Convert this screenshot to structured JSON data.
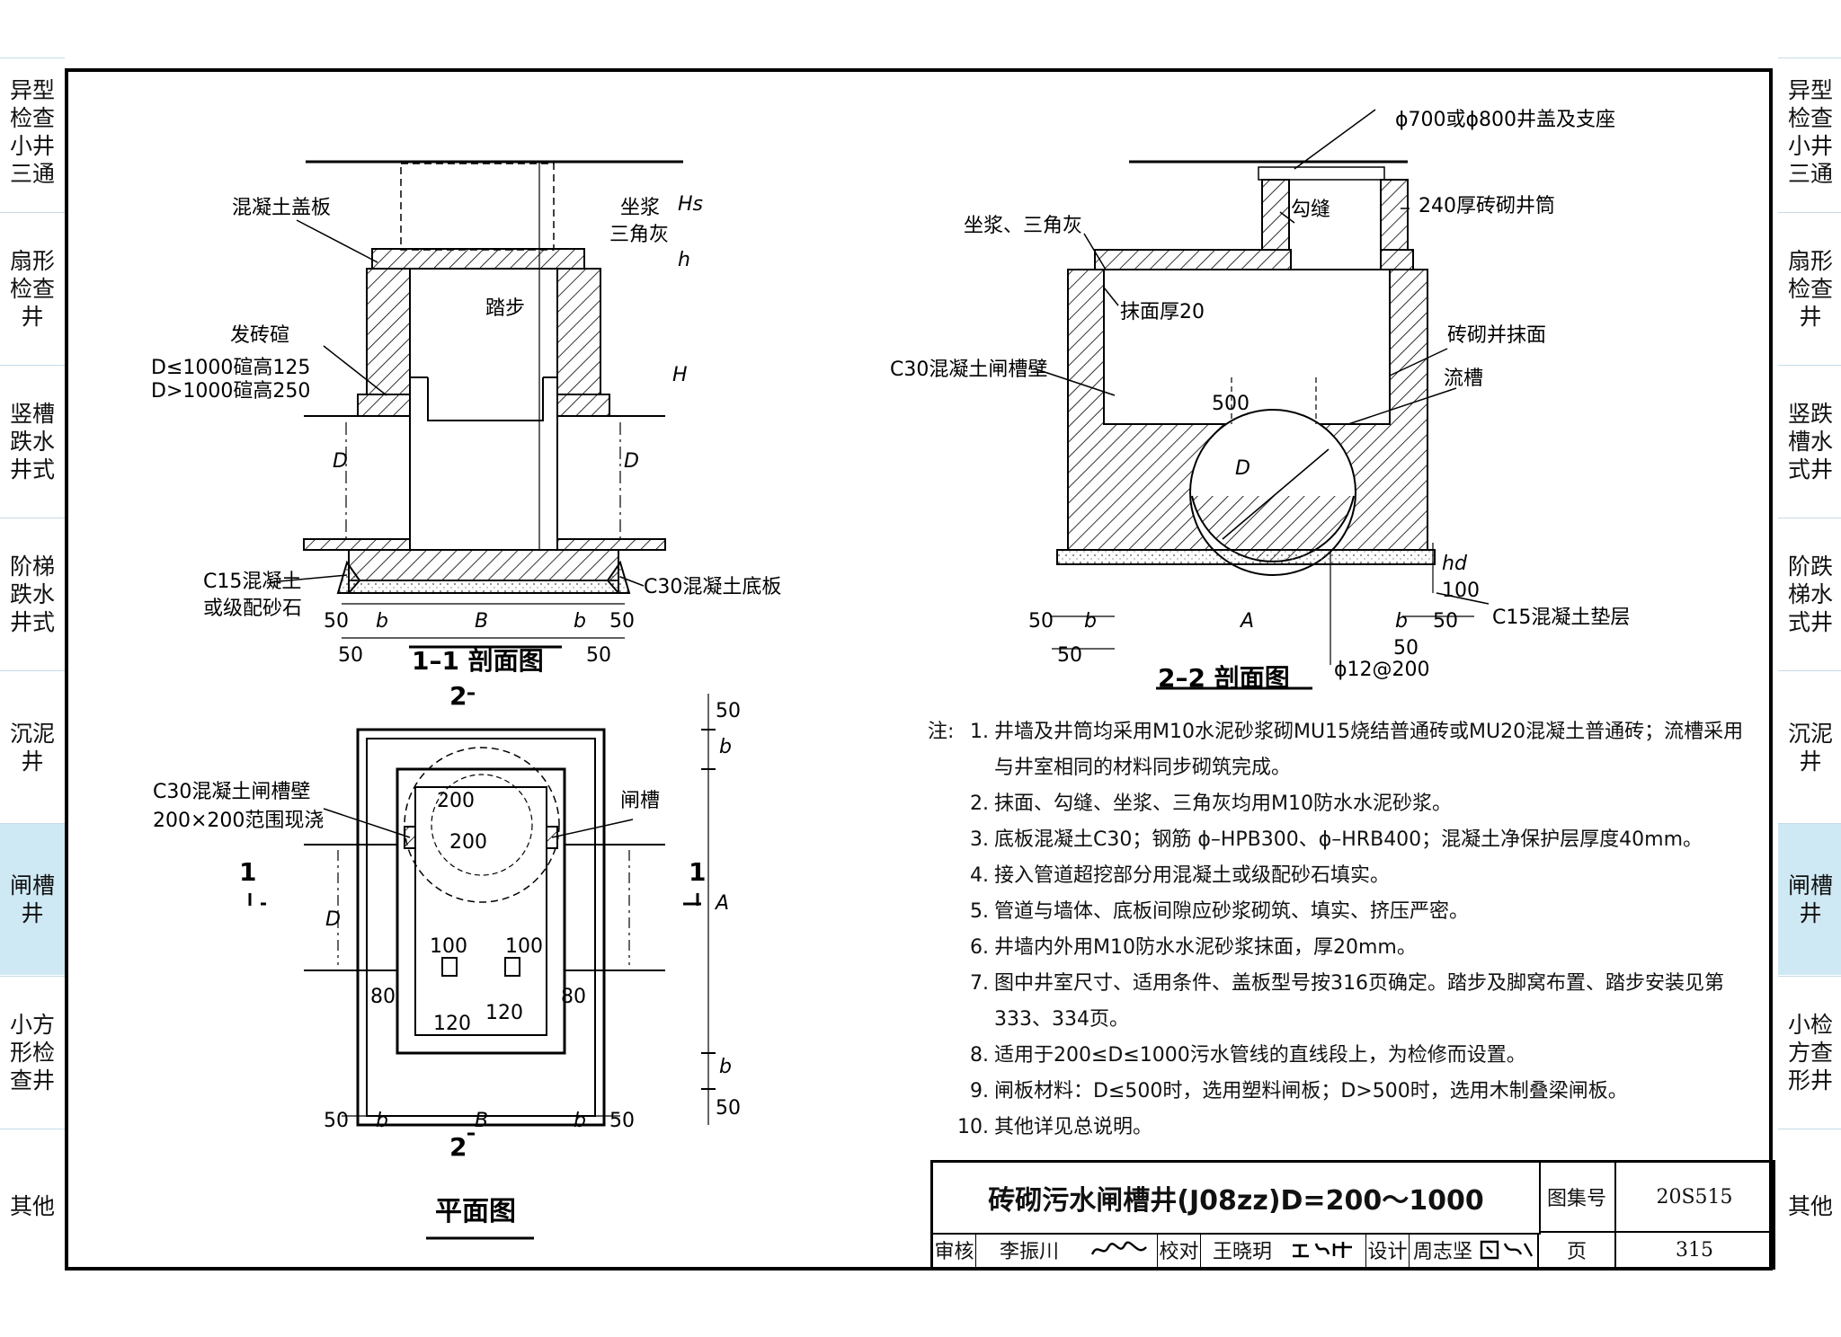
{
  "left_tabs": [
    {
      "label": "异型检查小井三通"
    },
    {
      "label": "扇形检查井"
    },
    {
      "label": "竖槽跌水井式"
    },
    {
      "label": "阶梯跌水井式"
    },
    {
      "label": "沉泥井"
    },
    {
      "label": "闸槽井",
      "active": true
    },
    {
      "label": "小方形检查井"
    },
    {
      "label": "其他"
    }
  ],
  "right_tabs": [
    {
      "label": "异型检查小井三通"
    },
    {
      "label": "扇形检查井"
    },
    {
      "label": "竖跌槽水式井"
    },
    {
      "label": "阶跌梯水式井"
    },
    {
      "label": "沉泥井"
    },
    {
      "label": "闸槽井",
      "active": true
    },
    {
      "label": "小检方查形井"
    },
    {
      "label": "其他"
    }
  ],
  "section11": {
    "title": "1–1 剖面图",
    "labels": {
      "cover": "混凝土盖板",
      "mortar": "坐浆",
      "triangle": "三角灰",
      "step": "踏步",
      "brick_cap": "发砖碹",
      "cap_rule1": "D≤1000碹高125",
      "cap_rule2": "D>1000碹高250",
      "c15": "C15混凝土",
      "c15b": "或级配砂石",
      "c30": "C30混凝土底板",
      "hs": "Hs",
      "h": "h",
      "H": "H",
      "D": "D",
      "d50": "50",
      "b": "b",
      "B": "B"
    }
  },
  "section22": {
    "title": "2–2 剖面图",
    "labels": {
      "cover_spec": "ϕ700或ϕ800井盖及支座",
      "shaft": "240厚砖砌井筒",
      "mortar_tri": "坐浆、三角灰",
      "joint": "勾缝",
      "plaster": "抹面厚20",
      "brick_face": "砖砌并抹面",
      "c30wall": "C30混凝土闸槽壁",
      "channel": "流槽",
      "d500": "500",
      "D": "D",
      "hd": "hd",
      "d100": "100",
      "c15": "C15混凝土垫层",
      "rebar": "ϕ12@200",
      "d50": "50",
      "b": "b",
      "A": "A"
    }
  },
  "plan": {
    "title": "平面图",
    "labels": {
      "c30wall": "C30混凝土闸槽壁",
      "range": "200×200范围现浇",
      "groove": "闸槽",
      "d200": "200",
      "d100": "100",
      "d80": "80",
      "d120": "120",
      "d50": "50",
      "b": "b",
      "B": "B",
      "A": "A",
      "D": "D",
      "sec1": "1",
      "sec2": "2"
    }
  },
  "notes": {
    "prefix": "注:",
    "items": [
      {
        "n": "1.",
        "t": "井墙及井筒均采用M10水泥砂浆砌MU15烧结普通砖或MU20混凝土普通砖；流槽采用"
      },
      {
        "n": "",
        "t": "与井室相同的材料同步砌筑完成。"
      },
      {
        "n": "2.",
        "t": "抹面、勾缝、坐浆、三角灰均用M10防水水泥砂浆。"
      },
      {
        "n": "3.",
        "t": "底板混凝土C30；钢筋 ϕ–HPB300、ϕ–HRB400；混凝土净保护层厚度40mm。"
      },
      {
        "n": "4.",
        "t": "接入管道超挖部分用混凝土或级配砂石填实。"
      },
      {
        "n": "5.",
        "t": "管道与墙体、底板间隙应砂浆砌筑、填实、挤压严密。"
      },
      {
        "n": "6.",
        "t": "井墙内外用M10防水水泥砂浆抹面，厚20mm。"
      },
      {
        "n": "7.",
        "t": "图中井室尺寸、适用条件、盖板型号按316页确定。踏步及脚窝布置、踏步安装见第"
      },
      {
        "n": "",
        "t": "333、334页。"
      },
      {
        "n": "8.",
        "t": "适用于200≤D≤1000污水管线的直线段上，为检修而设置。"
      },
      {
        "n": "9.",
        "t": "闸板材料：D≤500时，选用塑料闸板；D>500时，选用木制叠梁闸板。"
      },
      {
        "n": "10.",
        "t": "其他详见总说明。"
      }
    ]
  },
  "title_block": {
    "title": "砖砌污水闸槽井(J08zz)D=200～1000",
    "atlas_label": "图集号",
    "atlas_no": "20S515",
    "page_label": "页",
    "page_no": "315",
    "review_label": "审核",
    "reviewer": "李振川",
    "check_label": "校对",
    "checker": "王晓玥",
    "design_label": "设计",
    "designer": "周志坚"
  }
}
